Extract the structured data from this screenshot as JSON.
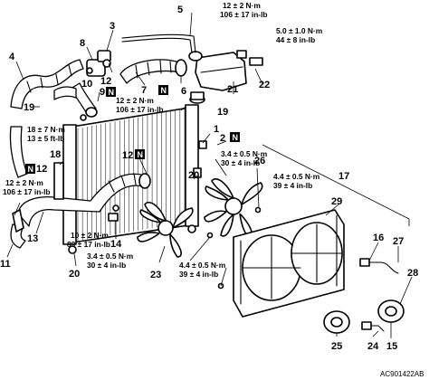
{
  "callouts": {
    "n1": "1",
    "n2": "2",
    "n3": "3",
    "n4": "4",
    "n5": "5",
    "n6": "6",
    "n7": "7",
    "n8": "8",
    "n9": "9",
    "n10": "10",
    "n11": "11",
    "n12a": "12",
    "n12b": "12",
    "n12c": "12",
    "n13": "13",
    "n14": "14",
    "n15": "15",
    "n16": "16",
    "n17": "17",
    "n18": "18",
    "n19a": "19",
    "n19b": "19",
    "n20a": "20",
    "n20b": "20",
    "n21": "21",
    "n22": "22",
    "n23": "23",
    "n24": "24",
    "n25": "25",
    "n26": "26",
    "n27": "27",
    "n28": "28",
    "n29": "29"
  },
  "torques": {
    "t_topright_nm": "12 ± 2 N·m",
    "t_topright_inlb": "106 ± 17 in-lb",
    "t_tank_nm": "5.0 ± 1.0 N·m",
    "t_tank_inlb": "44 ± 8 in-lb",
    "t_hose_nm": "12 ± 2 N·m",
    "t_hose_inlb": "106 ± 17 in-lb",
    "t_lower_hose_nm": "18 ± 7 N·m",
    "t_lower_hose_ftlb": "13 ± 5 ft-lb",
    "t_left_nm": "12 ± 2 N·m",
    "t_left_inlb": "106 ± 17 in-lb",
    "t_shroud_nm": "3.4 ± 0.5 N·m",
    "t_shroud_inlb": "30 ± 4 in-lb",
    "t_fan1_nm": "4.4 ± 0.5 N·m",
    "t_fan1_inlb": "39 ± 4 in-lb",
    "t_drain_nm": "10 ± 2 N·m",
    "t_drain_inlb": "89 ± 17 in-lb",
    "t_fanblade_nm": "3.4 ± 0.5 N·m",
    "t_fanblade_inlb": "30 ± 4 in-lb",
    "t_fan2_nm": "4.4 ± 0.5 N·m",
    "t_fan2_inlb": "39 ± 4 in-lb"
  },
  "n_marks": {
    "m9": "N",
    "m6": "N",
    "m2": "N",
    "m12mid": "N",
    "m12left": "N"
  },
  "figure_code": "AC901422AB"
}
